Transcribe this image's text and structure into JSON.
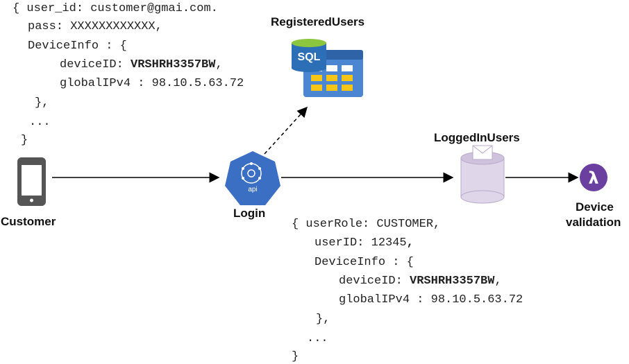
{
  "request_json": {
    "line1": "{ user_id: customer@gmai.com.",
    "line2": "pass: XXXXXXXXXXXX,",
    "line3": "DeviceInfo : {",
    "line4_key": "deviceID: ",
    "line4_val": "VRSHRH3357BW",
    "line4_end": ",",
    "line5": "globalIPv4 : 98.10.5.63.72",
    "line6": "},",
    "line7": "...",
    "line8": "}"
  },
  "response_json": {
    "line1": "{ userRole: CUSTOMER,",
    "line2_key": "userID: 12345",
    "line2_end": ",",
    "line3": "DeviceInfo : {",
    "line4_key": "deviceID: ",
    "line4_val": "VRSHRH3357BW",
    "line4_end": ",",
    "line5": "globalIPv4 : 98.10.5.63.72",
    "line6": "},",
    "line7": "...",
    "line8": "}"
  },
  "nodes": {
    "customer": "Customer",
    "login": "Login",
    "registered_users": "RegisteredUsers",
    "logged_in_users": "LoggedInUsers",
    "device_validation_1": "Device",
    "device_validation_2": "validation"
  },
  "icons": {
    "sql_badge": "SQL",
    "api_badge": "api",
    "lambda": "λ"
  },
  "colors": {
    "phone": "#555555",
    "api_blue": "#3a6fc4",
    "sql_blue": "#2c6fb6",
    "table_blue": "#4a86d1",
    "table_yellow": "#f5c518",
    "queue_lilac": "#e0d6ea",
    "lambda_purple": "#6b3fa0"
  }
}
